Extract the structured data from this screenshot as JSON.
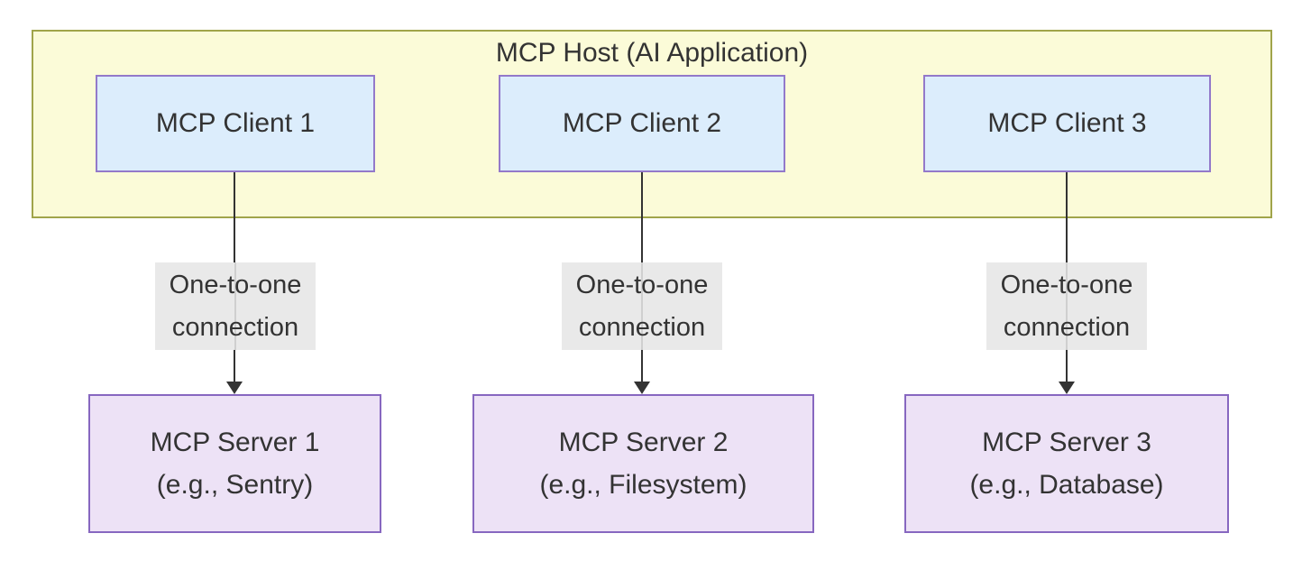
{
  "diagram": {
    "title": "MCP Host (AI Application)",
    "clients": [
      {
        "label": "MCP Client 1"
      },
      {
        "label": "MCP Client 2"
      },
      {
        "label": "MCP Client 3"
      }
    ],
    "connections": [
      {
        "label": "One-to-one\nconnection"
      },
      {
        "label": "One-to-one\nconnection"
      },
      {
        "label": "One-to-one\nconnection"
      }
    ],
    "servers": [
      {
        "name": "MCP Server 1",
        "example": "(e.g., Sentry)"
      },
      {
        "name": "MCP Server 2",
        "example": "(e.g., Filesystem)"
      },
      {
        "name": "MCP Server 3",
        "example": "(e.g., Database)"
      }
    ],
    "colors": {
      "host_bg": "#fbfbd8",
      "host_border": "#a0a44a",
      "client_bg": "#dcedfc",
      "client_border": "#9379ca",
      "server_bg": "#ede2f6",
      "server_border": "#8767c0",
      "label_bg": "#e9e9e9",
      "edge": "#333333",
      "text": "#333333"
    }
  }
}
